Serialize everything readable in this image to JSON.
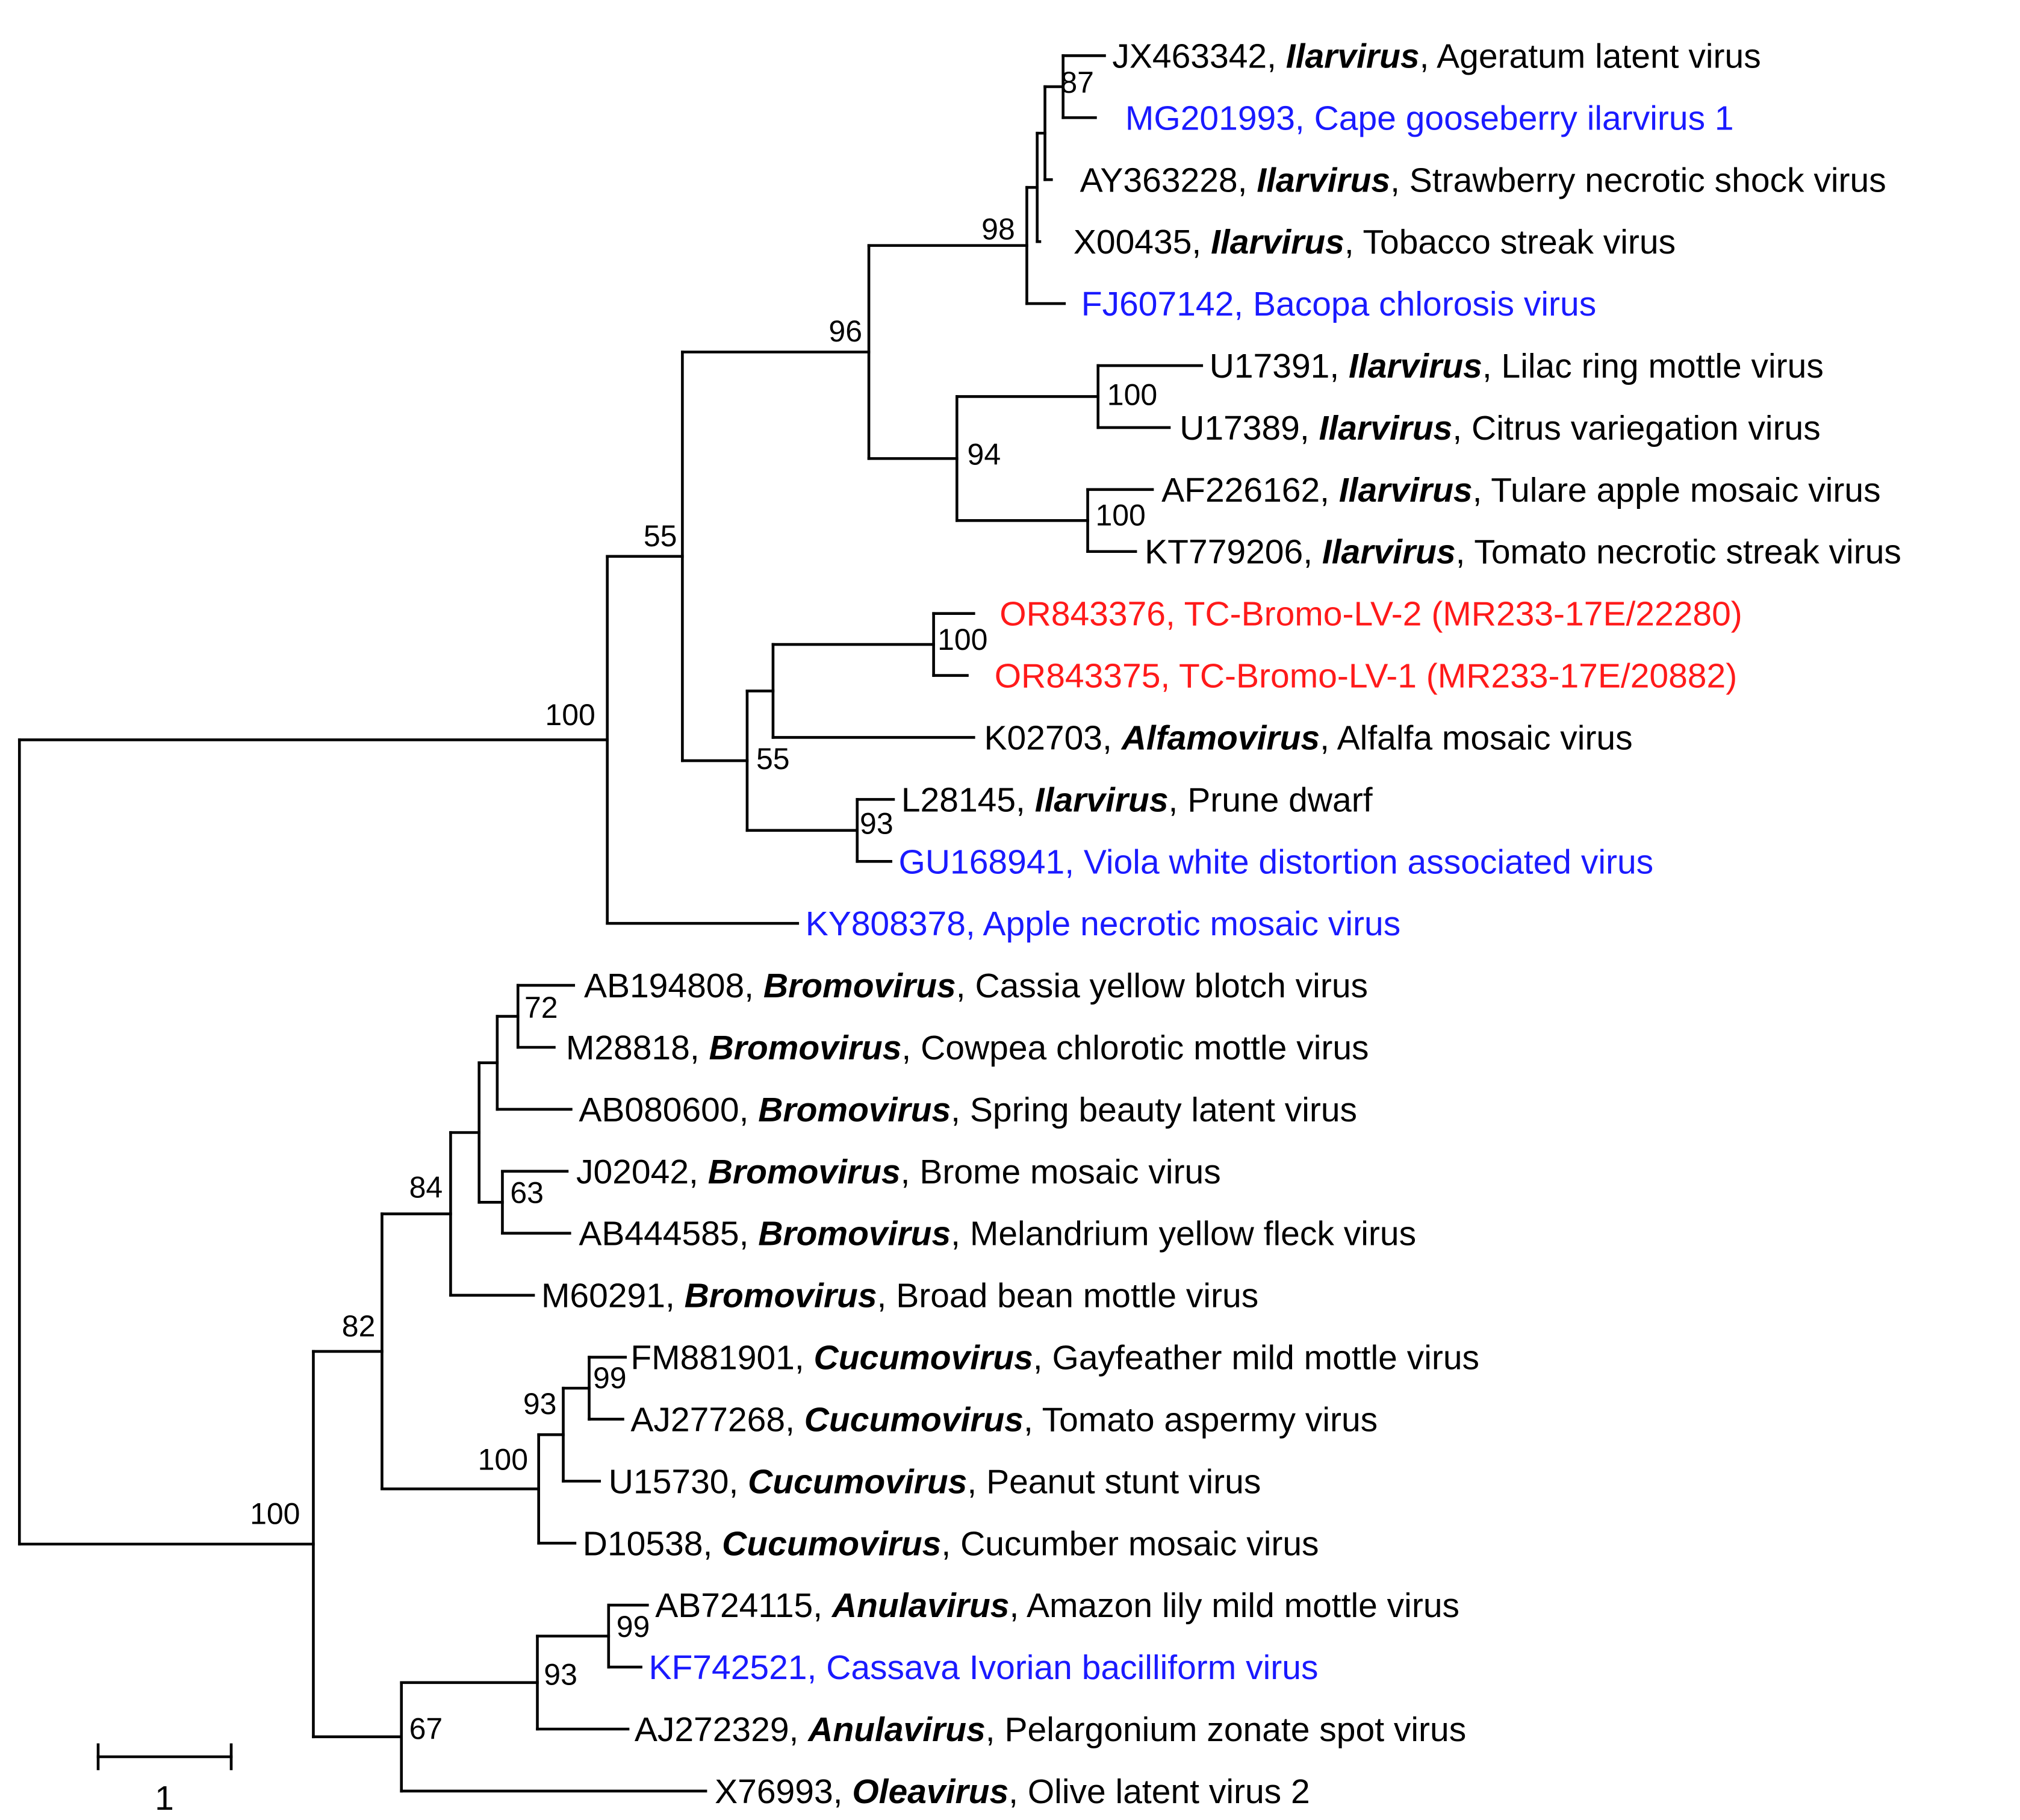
{
  "colors": {
    "reference": "#000000",
    "blue_group": "#1a1aff",
    "new_isolates": "#ff1a1a"
  },
  "scale_bar": {
    "label": "1"
  },
  "leaves": [
    {
      "id": "l1",
      "accession": "JX463342",
      "genus": "Ilarvirus",
      "virus": "Ageratum latent virus",
      "color": "reference"
    },
    {
      "id": "l2",
      "accession": "MG201993",
      "genus": "",
      "virus": "Cape gooseberry ilarvirus 1",
      "color": "blue_group"
    },
    {
      "id": "l3",
      "accession": "AY363228",
      "genus": "Ilarvirus",
      "virus": "Strawberry necrotic shock virus",
      "color": "reference"
    },
    {
      "id": "l4",
      "accession": "X00435",
      "genus": "Ilarvirus",
      "virus": "Tobacco streak virus",
      "color": "reference"
    },
    {
      "id": "l5",
      "accession": "FJ607142",
      "genus": "",
      "virus": "Bacopa chlorosis virus",
      "color": "blue_group"
    },
    {
      "id": "l6",
      "accession": "U17391",
      "genus": "Ilarvirus",
      "virus": "Lilac ring mottle virus",
      "color": "reference"
    },
    {
      "id": "l7",
      "accession": "U17389",
      "genus": "Ilarvirus",
      "virus": "Citrus variegation virus",
      "color": "reference"
    },
    {
      "id": "l8",
      "accession": "AF226162",
      "genus": "Ilarvirus",
      "virus": "Tulare apple mosaic virus",
      "color": "reference"
    },
    {
      "id": "l9",
      "accession": "KT779206",
      "genus": "Ilarvirus",
      "virus": "Tomato necrotic streak virus",
      "color": "reference"
    },
    {
      "id": "l10",
      "accession": "OR843376",
      "genus": "",
      "virus": "TC-Bromo-LV-2 (MR233-17E/22280)",
      "color": "new_isolates"
    },
    {
      "id": "l11",
      "accession": "OR843375",
      "genus": "",
      "virus": "TC-Bromo-LV-1 (MR233-17E/20882)",
      "color": "new_isolates"
    },
    {
      "id": "l12",
      "accession": "K02703",
      "genus": "Alfamovirus",
      "virus": "Alfalfa mosaic virus",
      "color": "reference"
    },
    {
      "id": "l13",
      "accession": "L28145",
      "genus": "Ilarvirus",
      "virus": "Prune dwarf",
      "color": "reference"
    },
    {
      "id": "l14",
      "accession": "GU168941",
      "genus": "",
      "virus": "Viola white distortion associated virus",
      "color": "blue_group"
    },
    {
      "id": "l15",
      "accession": "KY808378",
      "genus": "",
      "virus": "Apple necrotic mosaic virus",
      "color": "blue_group"
    },
    {
      "id": "l16",
      "accession": "AB194808",
      "genus": "Bromovirus",
      "virus": "Cassia yellow blotch virus",
      "color": "reference"
    },
    {
      "id": "l17",
      "accession": "M28818",
      "genus": "Bromovirus",
      "virus": "Cowpea chlorotic mottle virus",
      "color": "reference"
    },
    {
      "id": "l18",
      "accession": "AB080600",
      "genus": "Bromovirus",
      "virus": "Spring beauty latent virus",
      "color": "reference"
    },
    {
      "id": "l19",
      "accession": "J02042",
      "genus": "Bromovirus",
      "virus": "Brome mosaic virus",
      "color": "reference"
    },
    {
      "id": "l20",
      "accession": "AB444585",
      "genus": "Bromovirus",
      "virus": "Melandrium yellow fleck virus",
      "color": "reference"
    },
    {
      "id": "l21",
      "accession": "M60291",
      "genus": "Bromovirus",
      "virus": "Broad bean mottle virus",
      "color": "reference"
    },
    {
      "id": "l22",
      "accession": "FM881901",
      "genus": "Cucumovirus",
      "virus": "Gayfeather mild mottle virus",
      "color": "reference"
    },
    {
      "id": "l23",
      "accession": "AJ277268",
      "genus": "Cucumovirus",
      "virus": "Tomato aspermy virus",
      "color": "reference"
    },
    {
      "id": "l24",
      "accession": "U15730",
      "genus": "Cucumovirus",
      "virus": "Peanut stunt virus",
      "color": "reference"
    },
    {
      "id": "l25",
      "accession": "D10538",
      "genus": "Cucumovirus",
      "virus": "Cucumber mosaic virus",
      "color": "reference"
    },
    {
      "id": "l26",
      "accession": "AB724115",
      "genus": "Anulavirus",
      "virus": "Amazon lily mild mottle virus",
      "color": "reference"
    },
    {
      "id": "l27",
      "accession": "KF742521",
      "genus": "",
      "virus": "Cassava Ivorian bacilliform virus",
      "color": "blue_group"
    },
    {
      "id": "l28",
      "accession": "AJ272329",
      "genus": "Anulavirus",
      "virus": "Pelargonium zonate spot virus",
      "color": "reference"
    },
    {
      "id": "l29",
      "accession": "X76993",
      "genus": "Oleavirus",
      "virus": "Olive latent virus 2",
      "color": "reference"
    }
  ],
  "support_values": {
    "n_87": "87",
    "n_98": "98",
    "n_96": "96",
    "n_55a": "55",
    "n_100root_top": "100",
    "n_100_lilac": "100",
    "n_94": "94",
    "n_100_tulare": "100",
    "n_100_tc": "100",
    "n_55b": "55",
    "n_93_prune": "93",
    "n_72": "72",
    "n_63": "63",
    "n_84": "84",
    "n_82": "82",
    "n_99_cucumo": "99",
    "n_93_cucumo": "93",
    "n_100_cucumo": "100",
    "n_100root_bottom": "100",
    "n_99_anula": "99",
    "n_93_anula": "93",
    "n_67": "67"
  }
}
